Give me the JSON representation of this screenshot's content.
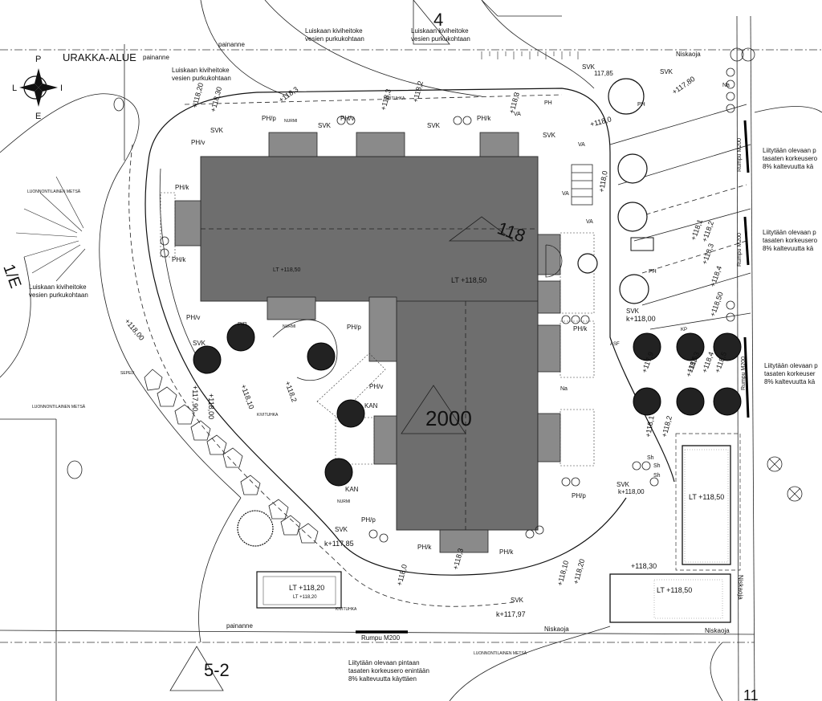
{
  "compass": {
    "north": "P",
    "west": "L",
    "east": "I",
    "south": "E"
  },
  "urakka_alue": "URAKKA-ALUE",
  "notes": {
    "luiskaan_top1": [
      "Luiskaan kiviheitoke",
      "vesien purkukohtaan"
    ],
    "luiskaan_top2": [
      "Luiskaan kiviheitoke",
      "vesien purkukohtaan"
    ],
    "luiskaan_top3": [
      "Luiskaan kiviheitoke",
      "vesien purkukohtaan"
    ],
    "luiskaan_left": [
      "Luiskaan kiviheitoke",
      "vesien purkukohtaan"
    ],
    "liitytaan_bottom": [
      "Liitytään olevaan pintaan",
      "tasaten korkeusero enintään",
      "8% kaltevuutta käyttäen"
    ],
    "liitytaan_right1": [
      "Liitytään olevaan p",
      "tasaten korkeusero",
      "8% kaltevuutta kä"
    ],
    "liitytaan_right2": [
      "Liitytään olevaan p",
      "tasaten korkeusero",
      "8% kaltevuutta kä"
    ],
    "liitytaan_right3": [
      "Liitytään olevaan p",
      "tasaten korkeuser",
      "8% kaltevuutta kä"
    ]
  },
  "labels": {
    "painanne_top": "painanne",
    "painanne_top2": "painanne",
    "painanne_bottom": "painanne",
    "niskaoja_top": "Niskaoja",
    "niskaoja_bottom": "Niskaoja",
    "niskaoja_bottom2": "Niskaoja",
    "niskaoja_right": "Niskaoja",
    "rumpu_bottom": "Rumpu M200",
    "rumpu_right1": "Rumpu M200",
    "rumpu_right2": "Rumpu M200",
    "rumpu_right3": "Rumpu M200",
    "luonnontilainen_left": "LUONNONTILAINEN METSÄ",
    "luonnontilainen_left2": "LUONNONTILAINEN METSÄ",
    "luonnontilainen_bottom": "LUONNONTILAINEN METSÄ",
    "lt_building_a": "LT +118,50",
    "lt_building_b": "LT +118,50",
    "lt_shed": "LT +118,50",
    "lt_shed2": "LT +118,50",
    "lt_storage": "LT +118,20",
    "lt_storage2": "LT +118,20",
    "building_number": "2000",
    "zone_top": "4",
    "zone_bottom": "5-2",
    "zone_mid": "118",
    "zone_left": "1/E",
    "zone_br": "11",
    "k_117_85_top": "117,85",
    "k_117_85_bottom": "k+117,85",
    "k_117_97": "k+117,97",
    "k_118_00": "k+118,00",
    "k_118_00b": "k+118,00",
    "svk": "SVK",
    "ph_v": "PH/v",
    "ph_p": "PH/p",
    "ph_k": "PH/k",
    "kan": "KAN",
    "pir": "PIR",
    "va": "VA",
    "sh": "Sh",
    "na": "Na",
    "ph": "PH",
    "asf": "ASF",
    "kp": "KP",
    "nurmi": "NURMI",
    "kivituhka": "KIVITUHKA",
    "sepeli": "SEPELI",
    "elevations": [
      "+118,20",
      "+118,30",
      "+118,3",
      "+118,2",
      "+118,3",
      "+118,3",
      "+118,0",
      "+118,00",
      "+118,10",
      "+118,2",
      "+118,0",
      "+118,1",
      "+118,2",
      "+118,3",
      "+118,4",
      "+118,50",
      "+117,80",
      "+117,90",
      "+118,00",
      "+118,10",
      "+118,20",
      "+118,30",
      "+118,3",
      "+117,9",
      "+118,5",
      "+118,0",
      "+118,1",
      "+118,2",
      "+118,3",
      "+118,4",
      "+118,5"
    ]
  }
}
